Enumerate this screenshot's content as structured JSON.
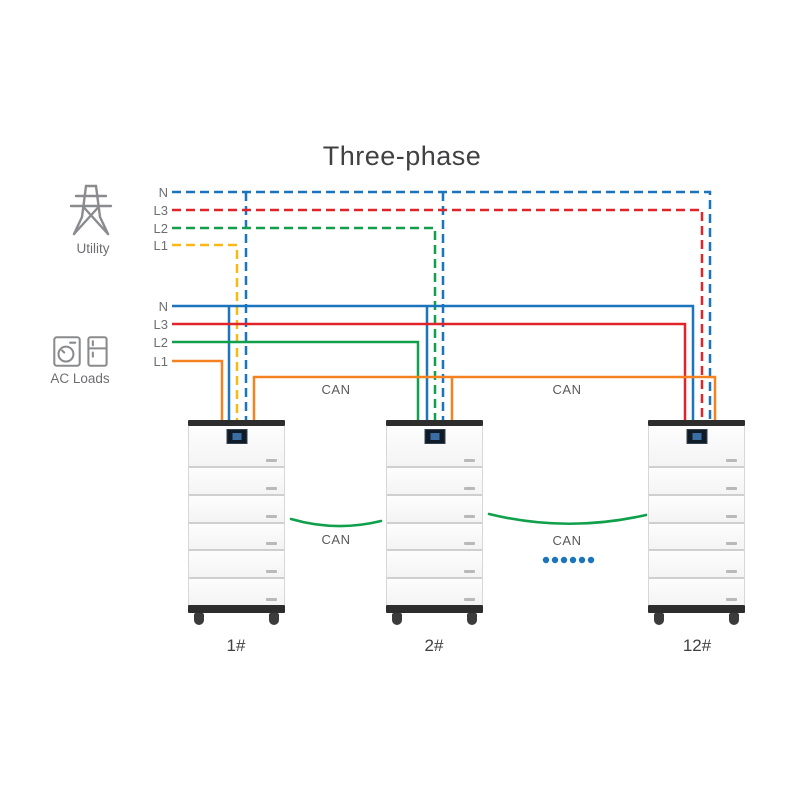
{
  "title": "Three-phase",
  "colors": {
    "blue": "#1b75bc",
    "red": "#e1232a",
    "green": "#10a04c",
    "yellow": "#f9b912",
    "orange": "#f58220",
    "dot_blue": "#1b75bc",
    "icon_gray": "#8a8b8e",
    "label_gray": "#6d6e71",
    "dark_text": "#414042"
  },
  "sources": {
    "utility_label": "Utility",
    "ac_loads_label": "AC Loads"
  },
  "utility_bus": {
    "n_label": "N",
    "l3_label": "L3",
    "l2_label": "L2",
    "l1_label": "L1"
  },
  "load_bus": {
    "n_label": "N",
    "l3_label": "L3",
    "l2_label": "L2",
    "l1_label": "L1"
  },
  "can": {
    "top_left_label": "CAN",
    "top_right_label": "CAN",
    "bottom_left_label": "CAN",
    "bottom_right_label": "CAN"
  },
  "units": [
    {
      "label": "1#"
    },
    {
      "label": "2#"
    },
    {
      "label": "12#"
    }
  ],
  "ellipsis_dot_count": 6
}
